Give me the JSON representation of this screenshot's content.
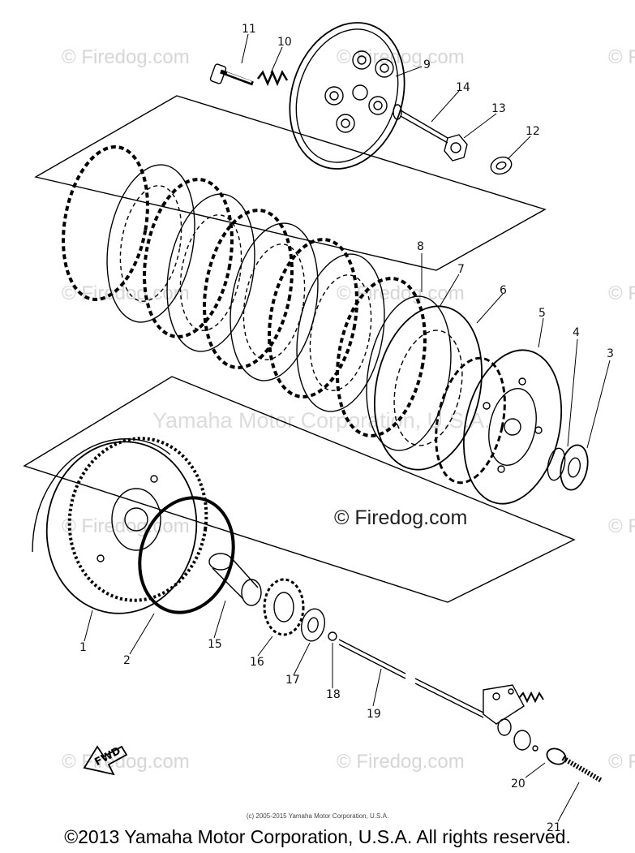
{
  "watermark": {
    "text": "© Firedog.com",
    "center_text": "Yamaha Motor Corporation, U.S.A."
  },
  "diagram": {
    "direction_label": "FWD",
    "parts": [
      "1",
      "2",
      "3",
      "4",
      "5",
      "6",
      "7",
      "8",
      "9",
      "10",
      "11",
      "12",
      "13",
      "14",
      "15",
      "16",
      "17",
      "18",
      "19",
      "20",
      "21"
    ]
  },
  "inner_copyright": "(c) 2005-2015 Yamaha Motor Corporation, U.S.A.",
  "footer": "©2013 Yamaha Motor Corporation, U.S.A. All rights reserved."
}
